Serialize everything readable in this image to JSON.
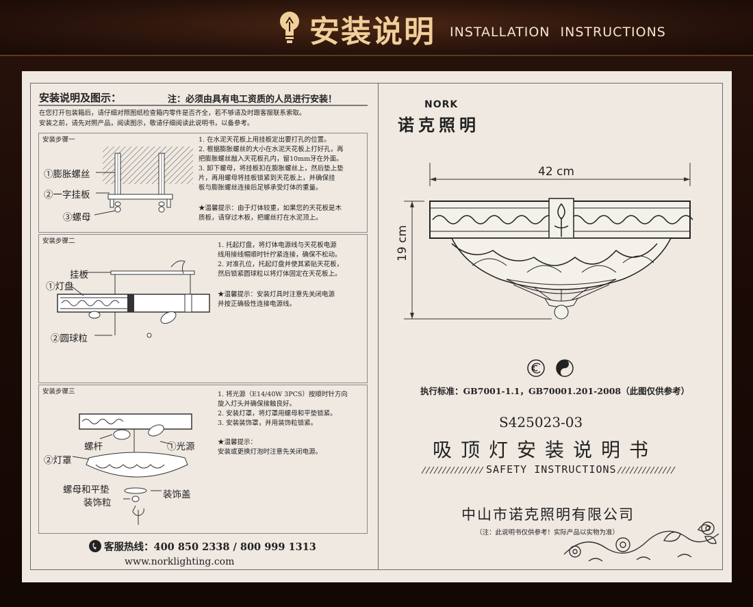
{
  "banner": {
    "title_cn": "安装说明",
    "title_en": "INSTALLATION  INSTRUCTIONS",
    "icon": "lightbulb-icon"
  },
  "left": {
    "heading": "安装说明及图示：",
    "warning": "注：必须由具有电工资质的人员进行安装！",
    "intro_1": "在您打开包装箱后，请仔细对照图纸检查箱内零件是否齐全，若不够请及时跟客服联系索取。",
    "intro_2": "安装之前，请先对照产品，阅读图示，敬请仔细阅读此说明书，以备参考。",
    "step1": {
      "title": "安装步骤一",
      "labels": [
        "①膨胀螺丝",
        "②一字挂板",
        "③螺母"
      ],
      "text": [
        "1. 在水泥天花板上用挂板定出要打孔的位置。",
        "2. 根据膨胀螺丝的大小在水泥天花板上打好孔，再",
        "   把膨胀螺丝敲入天花板孔内，留10mm牙在外面。",
        "3. 卸下螺母，将挂板扣在膨胀螺丝上，然后垫上垫",
        "   片，再用螺母将挂板锁紧到天花板上，并确保挂",
        "   板与膨胀螺丝连接后足够承受灯体的重量。"
      ],
      "tip_1": "★温馨提示：由于灯体较重，如果您的天花板是木",
      "tip_2": "  质板，请穿过木板，把螺丝打在水泥顶上。"
    },
    "step2": {
      "title": "安装步骤二",
      "labels": [
        "挂板",
        "①灯盘",
        "②圆球粒"
      ],
      "text": [
        "1. 托起灯盘，将灯体电源线与天花板电源",
        "   线用接线帽顺时针拧紧连接，确保不松动。",
        "2. 对准孔位，托起灯盘并使其紧贴天花板，",
        "   然后锁紧圆球粒以将灯体固定在天花板上。"
      ],
      "tip_1": "★温馨提示：安装灯具时注意先关闭电源",
      "tip_2": "  并按正确极性连接电源线。"
    },
    "step3": {
      "title": "安装步骤三",
      "labels": [
        "螺杆",
        "①光源",
        "②灯罩",
        "螺母和平垫",
        "装饰盖",
        "装饰粒"
      ],
      "text": [
        "1. 将光源（E14/40W 3PCS）按顺时针方向",
        "   旋入灯头并确保接触良好。",
        "2. 安装灯罩，将灯罩用螺母和平垫锁紧。",
        "3. 安装装饰罩，并用装饰粒锁紧。"
      ],
      "tip_1": "★温馨提示：",
      "tip_2": "  安装或更换灯泡时注意先关闭电源。"
    },
    "hotline": "客服热线：400 850 2338 / 800 999 1313",
    "website": "www.norklighting.com",
    "phone_icon": "phone-icon"
  },
  "right": {
    "brand_en": "NORK",
    "brand_cn": "诺克照明",
    "width_dim": "42 cm",
    "height_dim": "19 cm",
    "cert_icons": [
      "ccc-mark-icon",
      "energy-mark-icon"
    ],
    "standard": "执行标准：GB7001-1.1，GB70001.201-2008（此图仅供参考）",
    "model": "S425023-03",
    "doc_title": "吸顶灯安装说明书",
    "safety": "SAFETY INSTRUCTIONS",
    "company": "中山市诺克照明有限公司",
    "note": "（注：此说明书仅供参考！实际产品以实物为准）"
  }
}
